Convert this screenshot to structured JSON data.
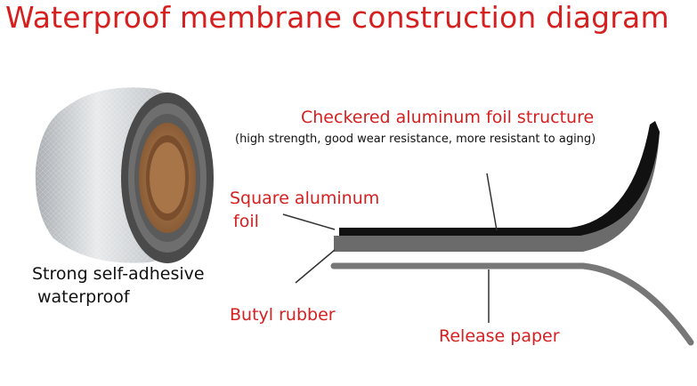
{
  "title": "Waterproof membrane construction diagram",
  "labels": {
    "checkered": "Checkered aluminum foil structure",
    "checkered_desc": "(high strength, good wear resistance, more resistant to aging)",
    "square_line1": "Square aluminum",
    "square_line2": "foil",
    "butyl": "Butyl rubber",
    "release": "Release paper",
    "roll_line1": "Strong self-adhesive",
    "roll_line2": "waterproof"
  },
  "colors": {
    "title": "#d62020",
    "label": "#d62020",
    "foil_top": "#111111",
    "rubber": "#6b6b6b",
    "release": "#777777",
    "leader": "#333333"
  },
  "icons": [
    "tape-roll-icon"
  ]
}
